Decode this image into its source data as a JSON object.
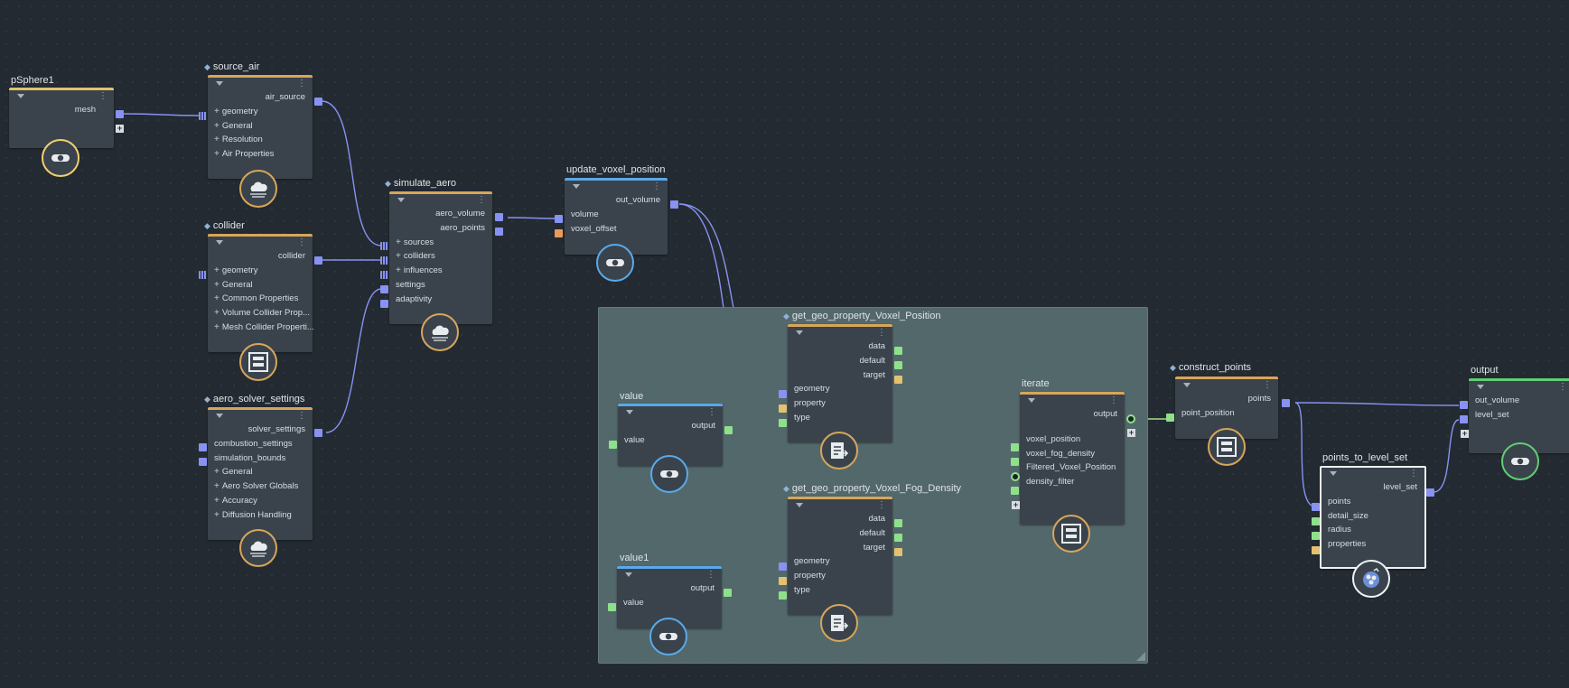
{
  "nodes": {
    "pSphere1": {
      "title": "pSphere1",
      "outputs": [
        "mesh"
      ]
    },
    "source_air": {
      "title": "source_air",
      "outputs": [
        "air_source"
      ],
      "inputs": [
        "geometry",
        "General",
        "Resolution",
        "Air Properties"
      ]
    },
    "collider": {
      "title": "collider",
      "outputs": [
        "collider"
      ],
      "inputs": [
        "geometry",
        "General",
        "Common Properties",
        "Volume Collider Prop...",
        "Mesh Collider Properti..."
      ]
    },
    "aero_solver_settings": {
      "title": "aero_solver_settings",
      "outputs": [
        "solver_settings"
      ],
      "inputs": [
        "combustion_settings",
        "simulation_bounds",
        "General",
        "Aero Solver Globals",
        "Accuracy",
        "Diffusion Handling"
      ]
    },
    "simulate_aero": {
      "title": "simulate_aero",
      "outputs": [
        "aero_volume",
        "aero_points"
      ],
      "inputs": [
        "sources",
        "colliders",
        "influences",
        "settings",
        "adaptivity"
      ]
    },
    "update_voxel_position": {
      "title": "update_voxel_position",
      "outputs": [
        "out_volume"
      ],
      "inputs": [
        "volume",
        "voxel_offset"
      ]
    },
    "value": {
      "title": "value",
      "outputs": [
        "output"
      ],
      "inputs": [
        "value"
      ]
    },
    "value1": {
      "title": "value1",
      "outputs": [
        "output"
      ],
      "inputs": [
        "value"
      ]
    },
    "get_geo_property_Voxel_Position": {
      "title": "get_geo_property_Voxel_Position",
      "outputs": [
        "data",
        "default",
        "target"
      ],
      "inputs": [
        "geometry",
        "property",
        "type"
      ]
    },
    "get_geo_property_Voxel_Fog_Density": {
      "title": "get_geo_property_Voxel_Fog_Density",
      "outputs": [
        "data",
        "default",
        "target"
      ],
      "inputs": [
        "geometry",
        "property",
        "type"
      ]
    },
    "iterate": {
      "title": "iterate",
      "outputs": [
        "output"
      ],
      "inputs": [
        "voxel_position",
        "voxel_fog_density",
        "Filtered_Voxel_Position",
        "density_filter"
      ]
    },
    "construct_points": {
      "title": "construct_points",
      "outputs": [
        "points"
      ],
      "inputs": [
        "point_position"
      ]
    },
    "points_to_level_set": {
      "title": "points_to_level_set",
      "outputs": [
        "level_set"
      ],
      "inputs": [
        "points",
        "detail_size",
        "radius",
        "properties"
      ]
    },
    "output": {
      "title": "output",
      "inputs": [
        "out_volume",
        "level_set"
      ]
    }
  },
  "colors": {
    "background": "#232a31",
    "node_body": "#3a434c",
    "group_background": "#53686b",
    "accent_orange": "#d7a65b",
    "accent_blue": "#5aa9e8",
    "accent_green": "#5fcf72",
    "port_blue": "#8792f2",
    "port_green": "#8fe08b",
    "port_yellow": "#e3c170",
    "wire_blue": "#8792f2",
    "wire_green": "#a6dd8a"
  }
}
